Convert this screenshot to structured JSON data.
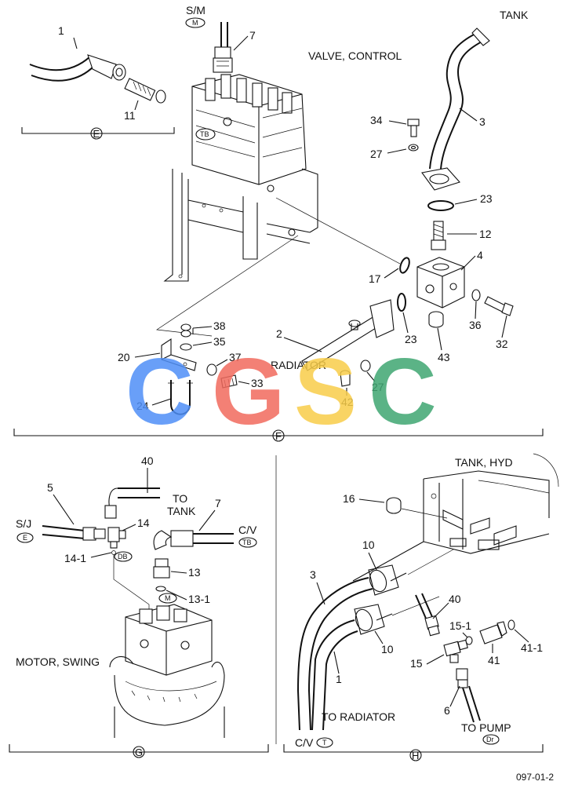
{
  "watermark": {
    "letters": [
      "C",
      "G",
      "S",
      "C"
    ],
    "colors": [
      "#4f8ff7",
      "#f16a5e",
      "#f8cd4a",
      "#3fa672"
    ]
  },
  "views": {
    "E": "E",
    "F": "F",
    "G": "G",
    "H": "H"
  },
  "captions": {
    "valve_control": "VALVE, CONTROL",
    "tank_top": "TANK",
    "radiator": "RADIATOR",
    "tank_hyd": "TANK, HYD",
    "motor_swing": "MOTOR, SWING",
    "to_tank_1": "TO",
    "to_tank_2": "TANK",
    "to_radiator": "TO RADIATOR",
    "to_pump": "TO PUMP",
    "sm": "S/M",
    "sj": "S/J",
    "cv_g": "C/V",
    "cv_h": "C/V",
    "doc_number": "097-01-2"
  },
  "markers": {
    "M_top": "M",
    "TB_valve": "TB",
    "E_g": "E",
    "DB_g": "DB",
    "M_g": "M",
    "TB_g": "TB",
    "T_h": "T",
    "Dr_h": "Dr"
  },
  "parts": {
    "p1_e": "1",
    "p11": "11",
    "p7_top": "7",
    "p3_top": "3",
    "p34": "34",
    "p27_top": "27",
    "p23_top": "23",
    "p12": "12",
    "p4": "4",
    "p17": "17",
    "p23_low": "23",
    "p36": "36",
    "p32": "32",
    "p43": "43",
    "p2": "2",
    "p38": "38",
    "p35": "35",
    "p20": "20",
    "p37": "37",
    "p33": "33",
    "p24": "24",
    "p42": "42",
    "p27_low": "27",
    "p40_g": "40",
    "p5": "5",
    "p7_g": "7",
    "p14": "14",
    "p14_1": "14-1",
    "p13": "13",
    "p13_1": "13-1",
    "p16": "16",
    "p10_a": "10",
    "p10_b": "10",
    "p3_h": "3",
    "p1_h": "1",
    "p40_h": "40",
    "p15_1": "15-1",
    "p41_1": "41-1",
    "p41": "41",
    "p15": "15",
    "p6": "6"
  }
}
